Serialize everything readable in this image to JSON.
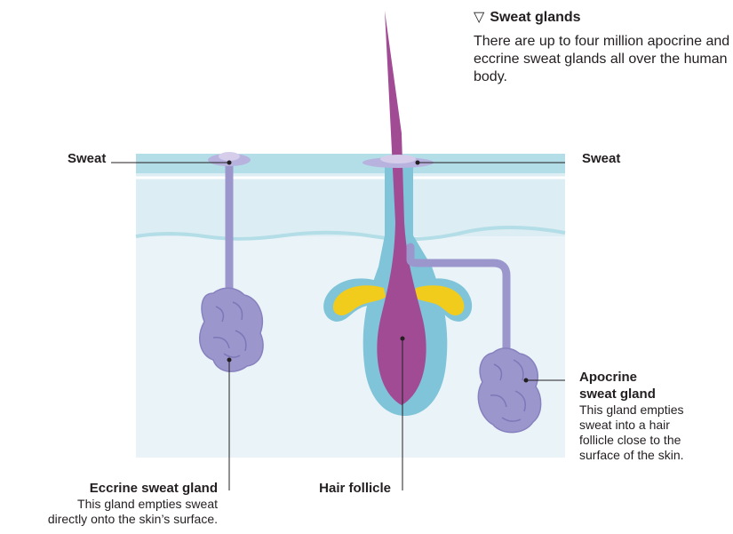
{
  "intro": {
    "marker": "▽",
    "title": "Sweat glands",
    "text": "There are up to four million apocrine and eccrine sweat glands all over the human body."
  },
  "labels": {
    "sweat_left": "Sweat",
    "sweat_right": "Sweat",
    "eccrine_title": "Eccrine sweat gland",
    "eccrine_desc_1": "This gland empties sweat",
    "eccrine_desc_2": "directly onto the skin’s surface.",
    "hair_follicle": "Hair follicle",
    "apocrine_title_1": "Apocrine",
    "apocrine_title_2": "sweat gland",
    "apocrine_desc_1": "This gland empties",
    "apocrine_desc_2": "sweat into a hair",
    "apocrine_desc_3": "follicle close to the",
    "apocrine_desc_4": "surface of the skin."
  },
  "colors": {
    "skin_surface": "#a9d8e3",
    "dermis": "#eaf4f8",
    "gland": "#9b97cc",
    "follicle_sheath": "#7fc4d8",
    "sebaceous": "#f2cc1c",
    "hair": "#a24b95",
    "leader_line": "#231f20"
  }
}
